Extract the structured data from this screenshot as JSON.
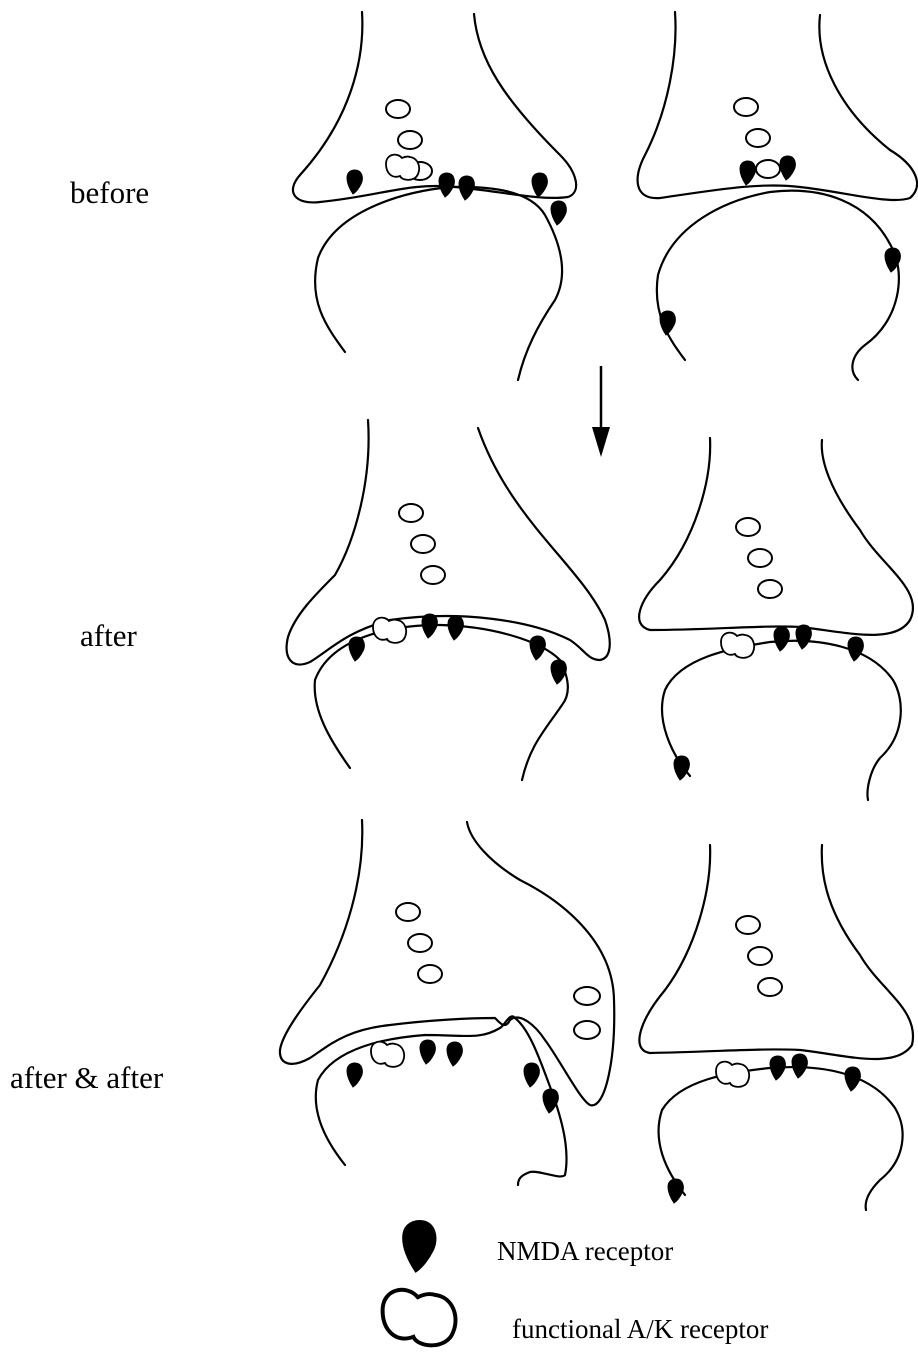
{
  "labels": {
    "row1": "before",
    "row2": "after",
    "row3": "after & after"
  },
  "legend": {
    "nmda": "NMDA receptor",
    "ak": "functional A/K receptor"
  },
  "colors": {
    "line": "#000000",
    "background": "#ffffff"
  }
}
